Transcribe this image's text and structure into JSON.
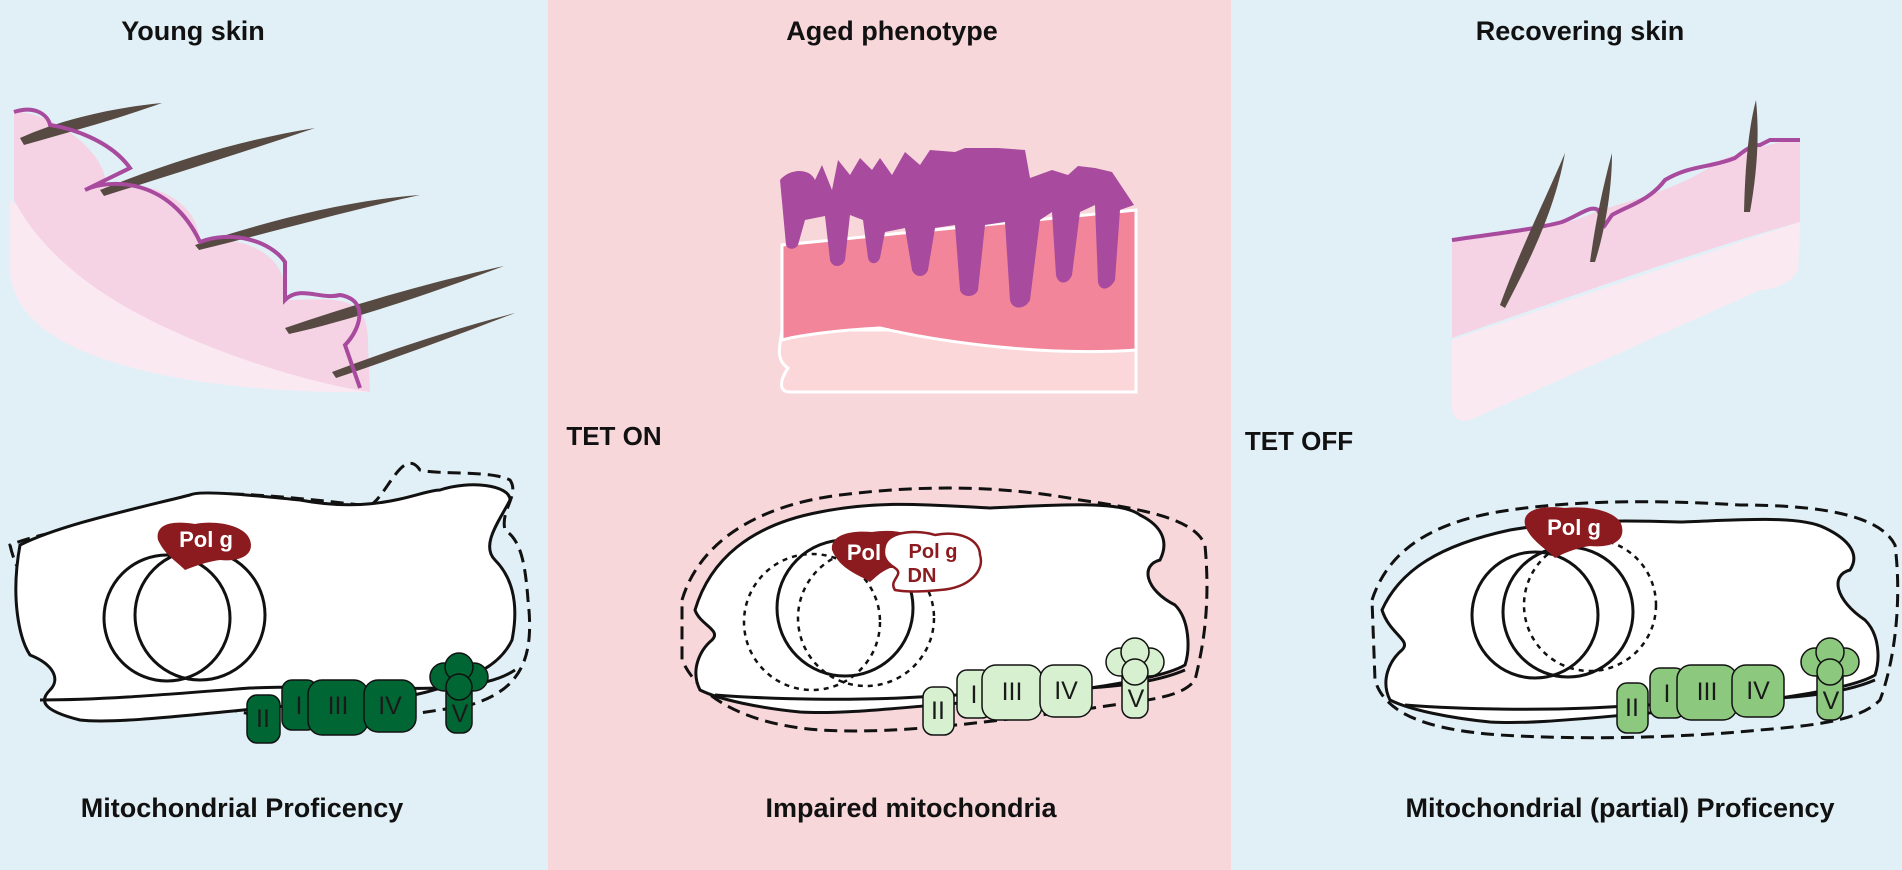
{
  "panels": {
    "left": {
      "title": "Young skin",
      "caption": "Mitochondrial Proficency",
      "pol_label": "Pol g"
    },
    "middle": {
      "title": "Aged phenotype",
      "caption": "Impaired mitochondria",
      "pol_label": "Pol",
      "pol_dn_line1": "Pol g",
      "pol_dn_line2": "DN"
    },
    "right": {
      "title": "Recovering skin",
      "caption": "Mitochondrial (partial) Proficency",
      "pol_label": "Pol g"
    }
  },
  "arrows": {
    "tet_on": "TET ON",
    "tet_off": "TET OFF"
  },
  "complexes": {
    "c1": "I",
    "c2": "II",
    "c3": "III",
    "c4": "IV",
    "c5": "V"
  },
  "colors": {
    "background": "#e1f0f6",
    "aged_band": "#f7d7da",
    "epidermis": "#a84a9e",
    "dermis_young": "#f5d3e5",
    "dermis_aged": "#f28599",
    "hair": "#574a42",
    "pol_g": "#8b1b1f",
    "complex_young": "#006634",
    "complex_aged": "#d7f0cf",
    "complex_recover": "#8cc97f"
  }
}
